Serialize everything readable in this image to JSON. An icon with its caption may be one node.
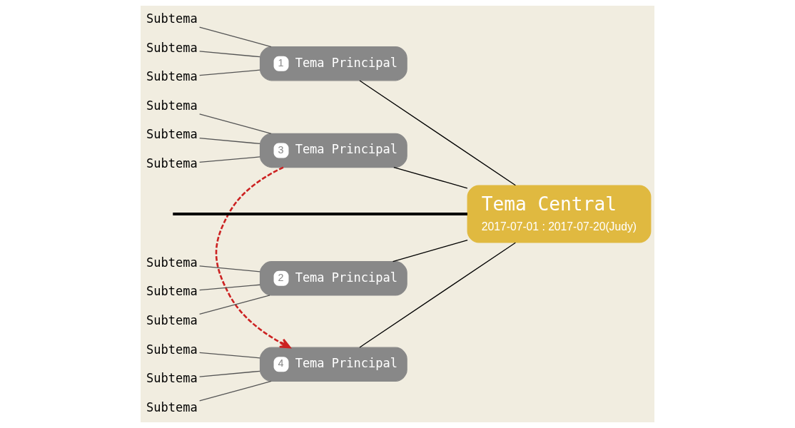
{
  "diagram": {
    "nodes": [
      {
        "text": [
          "1",
          "Tema Principal"
        ]
      },
      {
        "text": [
          "Subtema"
        ]
      },
      {
        "text": [
          "Subtema"
        ]
      },
      {
        "text": [
          "Subtema"
        ]
      },
      {
        "text": [
          "3",
          "Tema Principal"
        ]
      },
      {
        "text": [
          "Subtema"
        ]
      },
      {
        "text": [
          "Subtema"
        ]
      },
      {
        "text": [
          "Subtema"
        ]
      },
      {
        "text": [
          "Tema Central",
          "2017-07-01 : 2017-07-20(Judy)"
        ]
      },
      {
        "text": [
          "Subtema"
        ]
      },
      {
        "text": [
          "Subtema"
        ]
      },
      {
        "text": [
          "Subtema"
        ]
      },
      {
        "text": [
          "2",
          "Tema Principal"
        ]
      },
      {
        "text": [
          "Subtema"
        ]
      },
      {
        "text": [
          "Subtema"
        ]
      },
      {
        "text": [
          "Subtema"
        ]
      },
      {
        "text": [
          "4",
          "Tema Principal"
        ]
      }
    ],
    "edges": [
      {
        "from": 1,
        "to": 0,
        "arrow": "none"
      },
      {
        "from": 2,
        "to": 0,
        "arrow": "none"
      },
      {
        "from": 3,
        "to": 0,
        "arrow": "none"
      },
      {
        "from": 0,
        "to": 8,
        "arrow": "none",
        "color": "#000000"
      },
      {
        "from": 5,
        "to": 4,
        "arrow": "none"
      },
      {
        "from": 6,
        "to": 4,
        "arrow": "none"
      },
      {
        "from": 7,
        "to": 4,
        "arrow": "none"
      },
      {
        "from": 4,
        "to": 8,
        "arrow": "none",
        "color": "#000000"
      },
      {
        "from": null,
        "to": 8,
        "arrow": "none",
        "style": "thick",
        "color": "#000000"
      },
      {
        "from": 4,
        "to": 16,
        "arrow": "to",
        "style": "dashed",
        "color": "#cc2222"
      },
      {
        "from": 9,
        "to": 12,
        "arrow": "none"
      },
      {
        "from": 10,
        "to": 12,
        "arrow": "none"
      },
      {
        "from": 11,
        "to": 12,
        "arrow": "none"
      },
      {
        "from": 12,
        "to": 8,
        "arrow": "none",
        "color": "#000000"
      },
      {
        "from": 13,
        "to": 16,
        "arrow": "none"
      },
      {
        "from": 14,
        "to": 16,
        "arrow": "none"
      },
      {
        "from": 15,
        "to": 16,
        "arrow": "none"
      },
      {
        "from": 16,
        "to": 8,
        "arrow": "none",
        "color": "#000000"
      }
    ]
  }
}
